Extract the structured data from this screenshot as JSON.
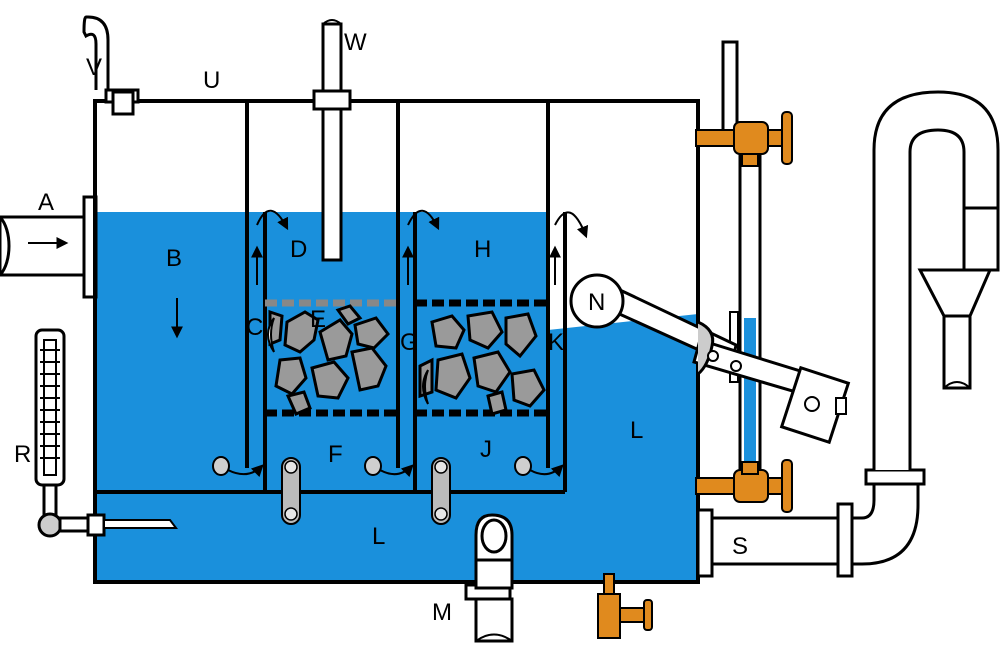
{
  "colors": {
    "water": "#1a90dc",
    "outline": "#000000",
    "pipe": "#ffffff",
    "valve": "#e08a1e",
    "rock": "#9a9a9a",
    "screen": "#888888"
  },
  "icons": {
    "inlet_arrow": "arrow-right-icon",
    "down_arrow": "arrow-down-icon",
    "up_arrow": "arrow-up-icon",
    "overflow_arrow": "curved-arrow-icon",
    "float": "float-ball-icon",
    "valve": "valve-icon",
    "thermometer": "thermometer-icon"
  },
  "labels": {
    "A": "A",
    "B": "B",
    "C": "C",
    "D": "D",
    "E": "E",
    "F": "F",
    "G": "G",
    "H": "H",
    "J": "J",
    "K": "K",
    "L_upper": "L",
    "L_lower": "L",
    "M": "M",
    "N": "N",
    "R": "R",
    "S": "S",
    "U": "U",
    "V": "V",
    "W": "W"
  }
}
